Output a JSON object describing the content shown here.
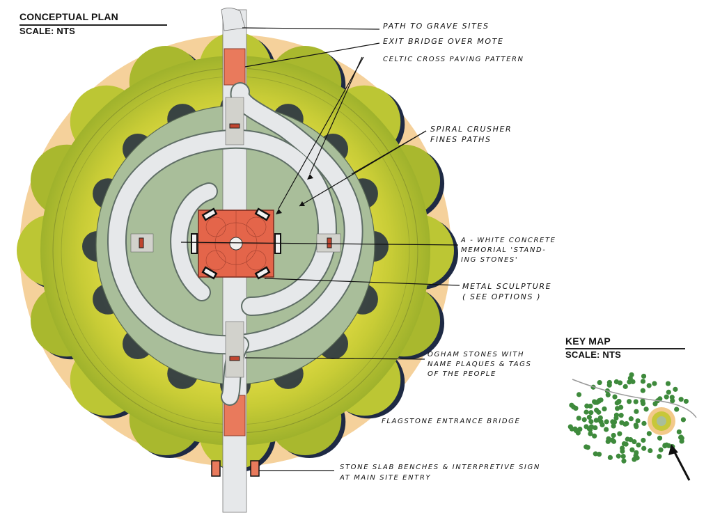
{
  "header": {
    "title": "CONCEPTUAL PLAN",
    "scale": "SCALE: NTS"
  },
  "keymap": {
    "title": "KEY MAP",
    "scale": "SCALE: NTS"
  },
  "callouts": {
    "path_to_grave": "PATH TO GRAVE SITES",
    "exit_bridge": "EXIT BRIDGE OVER MOTE",
    "celtic_cross": "CELTIC CROSS PAVING PATTERN",
    "spiral_line1": "SPIRAL CRUSHER",
    "spiral_line2": "FINES PATHS",
    "memorial_line1": "A - WHITE CONCRETE",
    "memorial_line2": "MEMORIAL 'STAND-",
    "memorial_line3": "ING STONES'",
    "sculpture_line1": "METAL SCULPTURE",
    "sculpture_line2": "( SEE OPTIONS )",
    "ogham_line1": "OGHAM STONES WITH",
    "ogham_line2": "NAME PLAQUES & TAGS",
    "ogham_line3": "OF THE PEOPLE",
    "entrance_bridge": "FLAGSTONE ENTRANCE BRIDGE",
    "benches_line1": "STONE SLAB BENCHES & INTERPRETIVE SIGN",
    "benches_line2": "AT MAIN SITE ENTRY"
  },
  "colors": {
    "tree_outer": "#a9b82e",
    "tree_inner": "#d8d43c",
    "tree_shadow": "#1e2a44",
    "halo": "#f3c98a",
    "lawn": "#a7bd98",
    "path": "#e4e6e8",
    "plaza": "#e4654a",
    "bridge": "#e97a5c",
    "keymap_tree": "#3e8a3c"
  }
}
